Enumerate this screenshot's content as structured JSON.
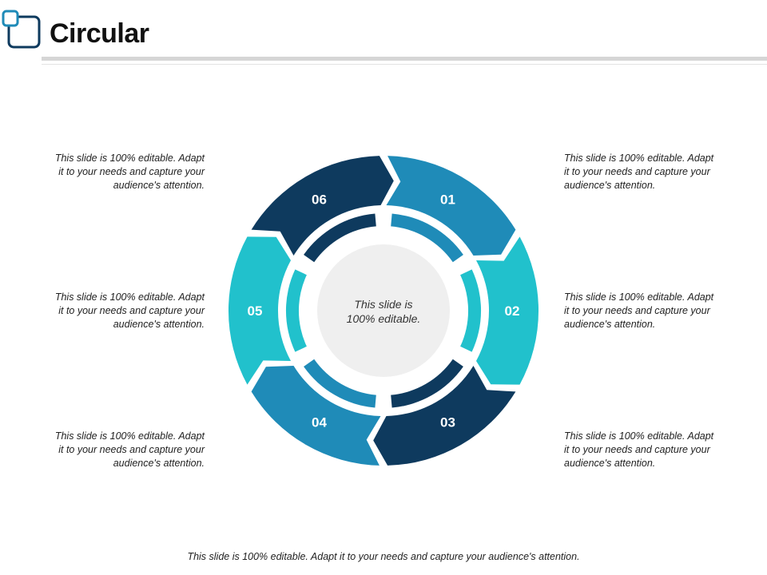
{
  "header": {
    "title": "Circular"
  },
  "colors": {
    "dark": "#0e3a5e",
    "mid": "#1f8bb8",
    "light": "#21c1cc",
    "center": "#efefef",
    "logo": "#0e3a5e",
    "logo_accent": "#1f8bb8"
  },
  "center": {
    "line1": "This slide is",
    "line2": "100% editable."
  },
  "segments": [
    {
      "label": "01",
      "color": "#1f8bb8"
    },
    {
      "label": "02",
      "color": "#21c1cc"
    },
    {
      "label": "03",
      "color": "#0e3a5e"
    },
    {
      "label": "04",
      "color": "#1f8bb8"
    },
    {
      "label": "05",
      "color": "#21c1cc"
    },
    {
      "label": "06",
      "color": "#0e3a5e"
    }
  ],
  "notes": {
    "left_top": {
      "line1": "This slide is 100% editable. Adapt",
      "line2": "it to your needs and capture your",
      "line3": "audience's attention."
    },
    "left_middle": {
      "line1": "This slide is 100% editable. Adapt",
      "line2": "it to your needs and capture your",
      "line3": "audience's attention."
    },
    "left_bottom": {
      "line1": "This slide is 100% editable. Adapt",
      "line2": "it to your needs and capture your",
      "line3": "audience's attention."
    },
    "right_top": {
      "line1": "This slide is 100% editable. Adapt",
      "line2": "it to your needs and capture your",
      "line3": "audience's attention."
    },
    "right_middle": {
      "line1": "This slide is 100% editable. Adapt",
      "line2": "it to your needs and capture your",
      "line3": "audience's attention."
    },
    "right_bottom": {
      "line1": "This slide is 100% editable. Adapt",
      "line2": "it to your needs and capture your",
      "line3": "audience's attention."
    }
  },
  "footer": {
    "text": "This slide is 100% editable. Adapt it to your needs and capture your audience's attention."
  }
}
